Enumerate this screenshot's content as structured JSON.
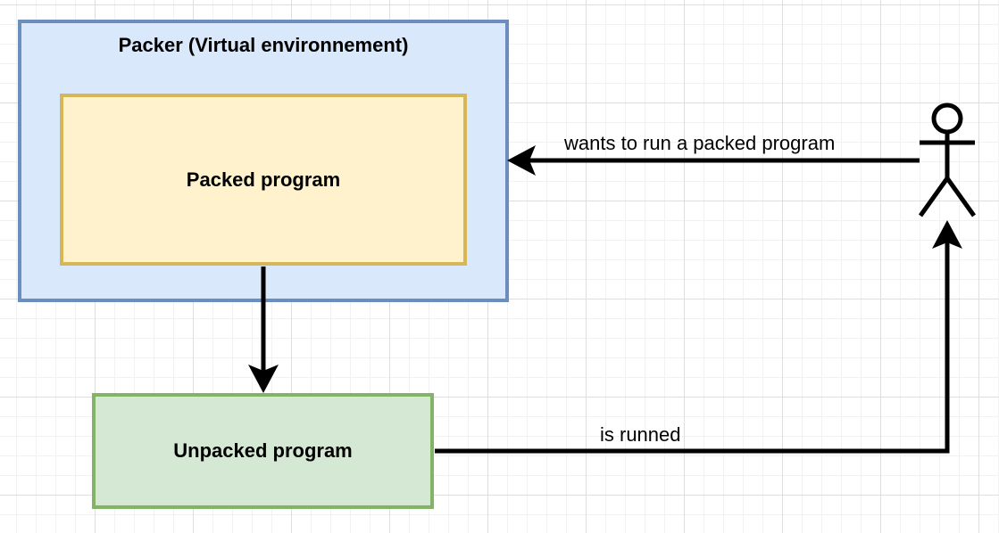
{
  "diagram": {
    "nodes": {
      "packer": {
        "label": "Packer (Virtual environnement)",
        "fill": "#dae8fc",
        "stroke": "#6c8ebf"
      },
      "packed_program": {
        "label": "Packed program",
        "fill": "#fff2cc",
        "stroke": "#d6b656"
      },
      "unpacked_program": {
        "label": "Unpacked program",
        "fill": "#d5e8d4",
        "stroke": "#82b366"
      },
      "actor": {
        "icon": "stick-figure-actor-icon"
      }
    },
    "edges": {
      "actor_to_packer": {
        "label": "wants to run a packed program"
      },
      "packed_to_unpacked": {
        "label": ""
      },
      "unpacked_to_actor": {
        "label": "is runned"
      }
    },
    "colors": {
      "edge": "#000000",
      "grid": "#dedede"
    }
  }
}
